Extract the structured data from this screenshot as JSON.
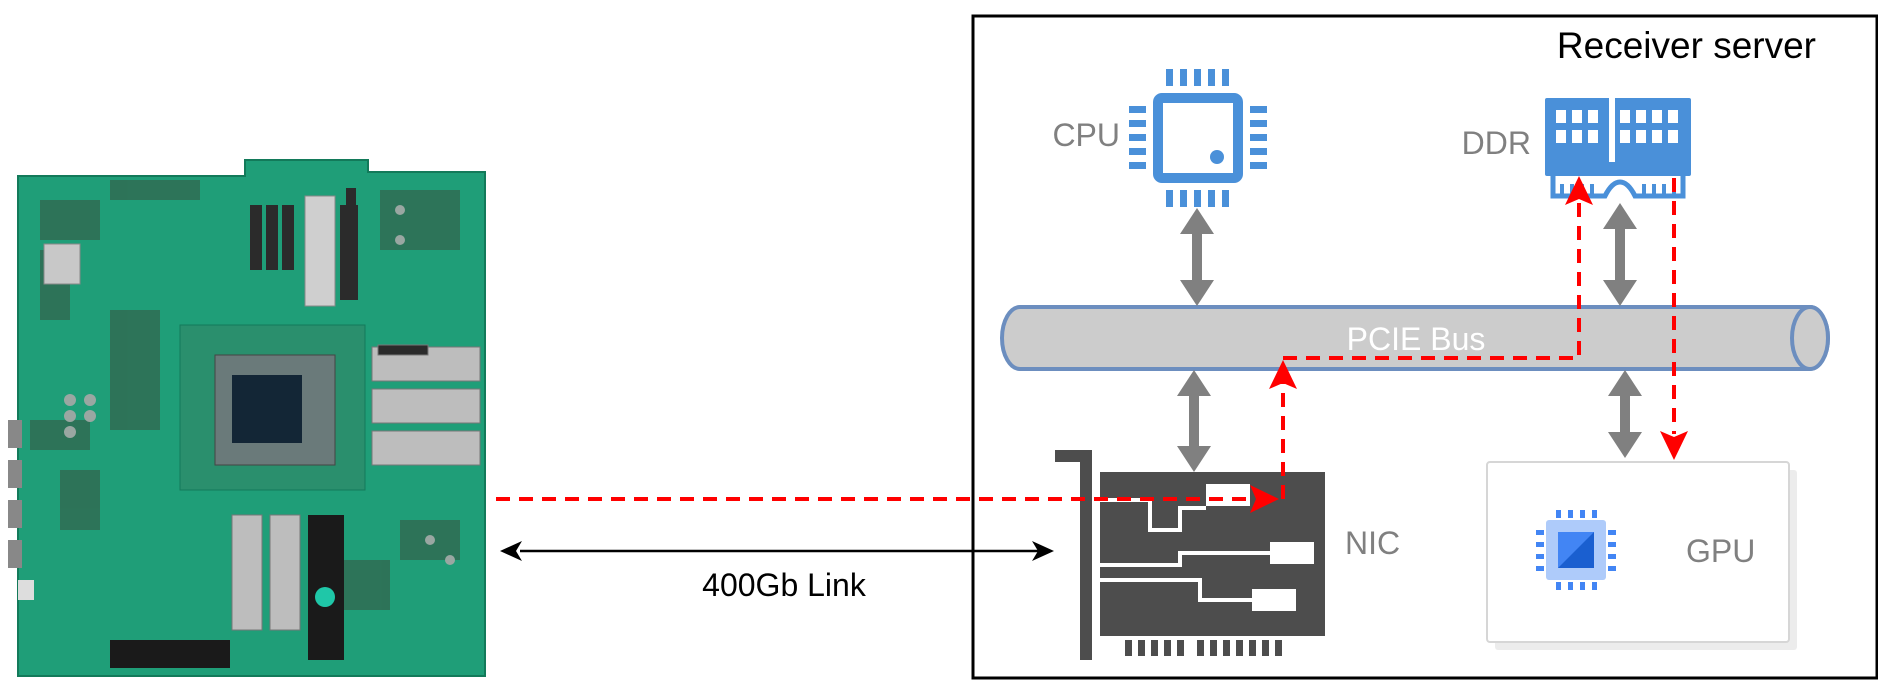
{
  "title": "Receiver server",
  "labels": {
    "cpu": "CPU",
    "ddr": "DDR",
    "bus": "PCIE Bus",
    "nic": "NIC",
    "gpu": "GPU",
    "link": "400Gb Link"
  },
  "icons": {
    "fpga_board": "fpga-board-image",
    "cpu": "cpu-chip-icon",
    "ddr": "ddr-memory-module-icon",
    "nic": "nic-card-icon",
    "gpu": "gpu-chip-icon"
  },
  "colors": {
    "server_border": "#000000",
    "icon_blue": "#4a90d9",
    "bus_fill": "#cccccc",
    "bus_stroke": "#6c8ebf",
    "bus_text": "#ffffff",
    "label_gray": "#808080",
    "arrow_gray": "#808080",
    "data_path_red": "#ff0000",
    "nic_dark": "#4d4d4d",
    "board_green": "#1f9e78"
  }
}
